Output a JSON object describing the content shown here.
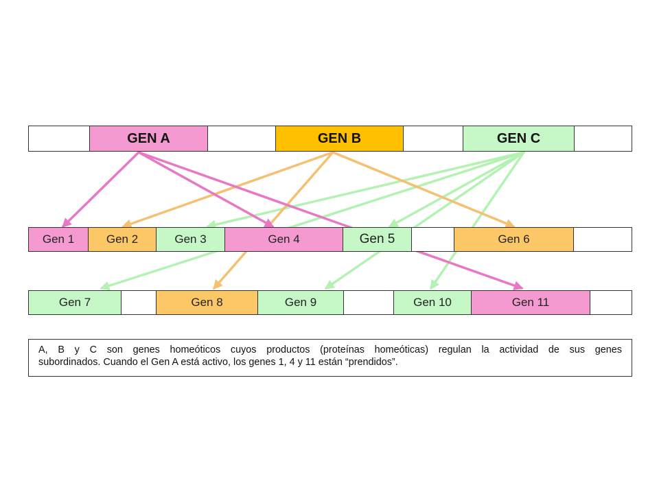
{
  "colors": {
    "gen_a": "#f49ad0",
    "gen_b": "#ffc000",
    "gen_c": "#c6f7c6",
    "pink_gene": "#f49ad0",
    "orange_gene": "#fcc766",
    "green_gene": "#c6f7c6",
    "arrow_pink": "#e878c4",
    "arrow_orange": "#f5c071",
    "arrow_green": "#b4f2b4"
  },
  "regulators": [
    {
      "label": "GEN A"
    },
    {
      "label": "GEN B"
    },
    {
      "label": "GEN C"
    }
  ],
  "genes_row2": [
    {
      "label": "Gen 1"
    },
    {
      "label": "Gen 2"
    },
    {
      "label": "Gen 3"
    },
    {
      "label": "Gen 4"
    },
    {
      "label": "Gen 5"
    },
    {
      "label": "Gen 6"
    }
  ],
  "genes_row3": [
    {
      "label": "Gen 7"
    },
    {
      "label": "Gen 8"
    },
    {
      "label": "Gen 9"
    },
    {
      "label": "Gen 10"
    },
    {
      "label": "Gen 11"
    }
  ],
  "regulation": [
    {
      "from": "GEN A",
      "to": [
        "Gen 1",
        "Gen 4",
        "Gen 11"
      ]
    },
    {
      "from": "GEN B",
      "to": [
        "Gen 2",
        "Gen 6",
        "Gen 8"
      ]
    },
    {
      "from": "GEN C",
      "to": [
        "Gen 3",
        "Gen 5",
        "Gen 7",
        "Gen 9",
        "Gen 10"
      ]
    }
  ],
  "caption": {
    "line1": "A, B y C son genes homeóticos cuyos productos (proteínas homeóticas) regulan la actividad de sus genes",
    "line2": "subordinados. Cuando el Gen A está activo, los genes 1, 4 y 11 están “prendidos”."
  }
}
